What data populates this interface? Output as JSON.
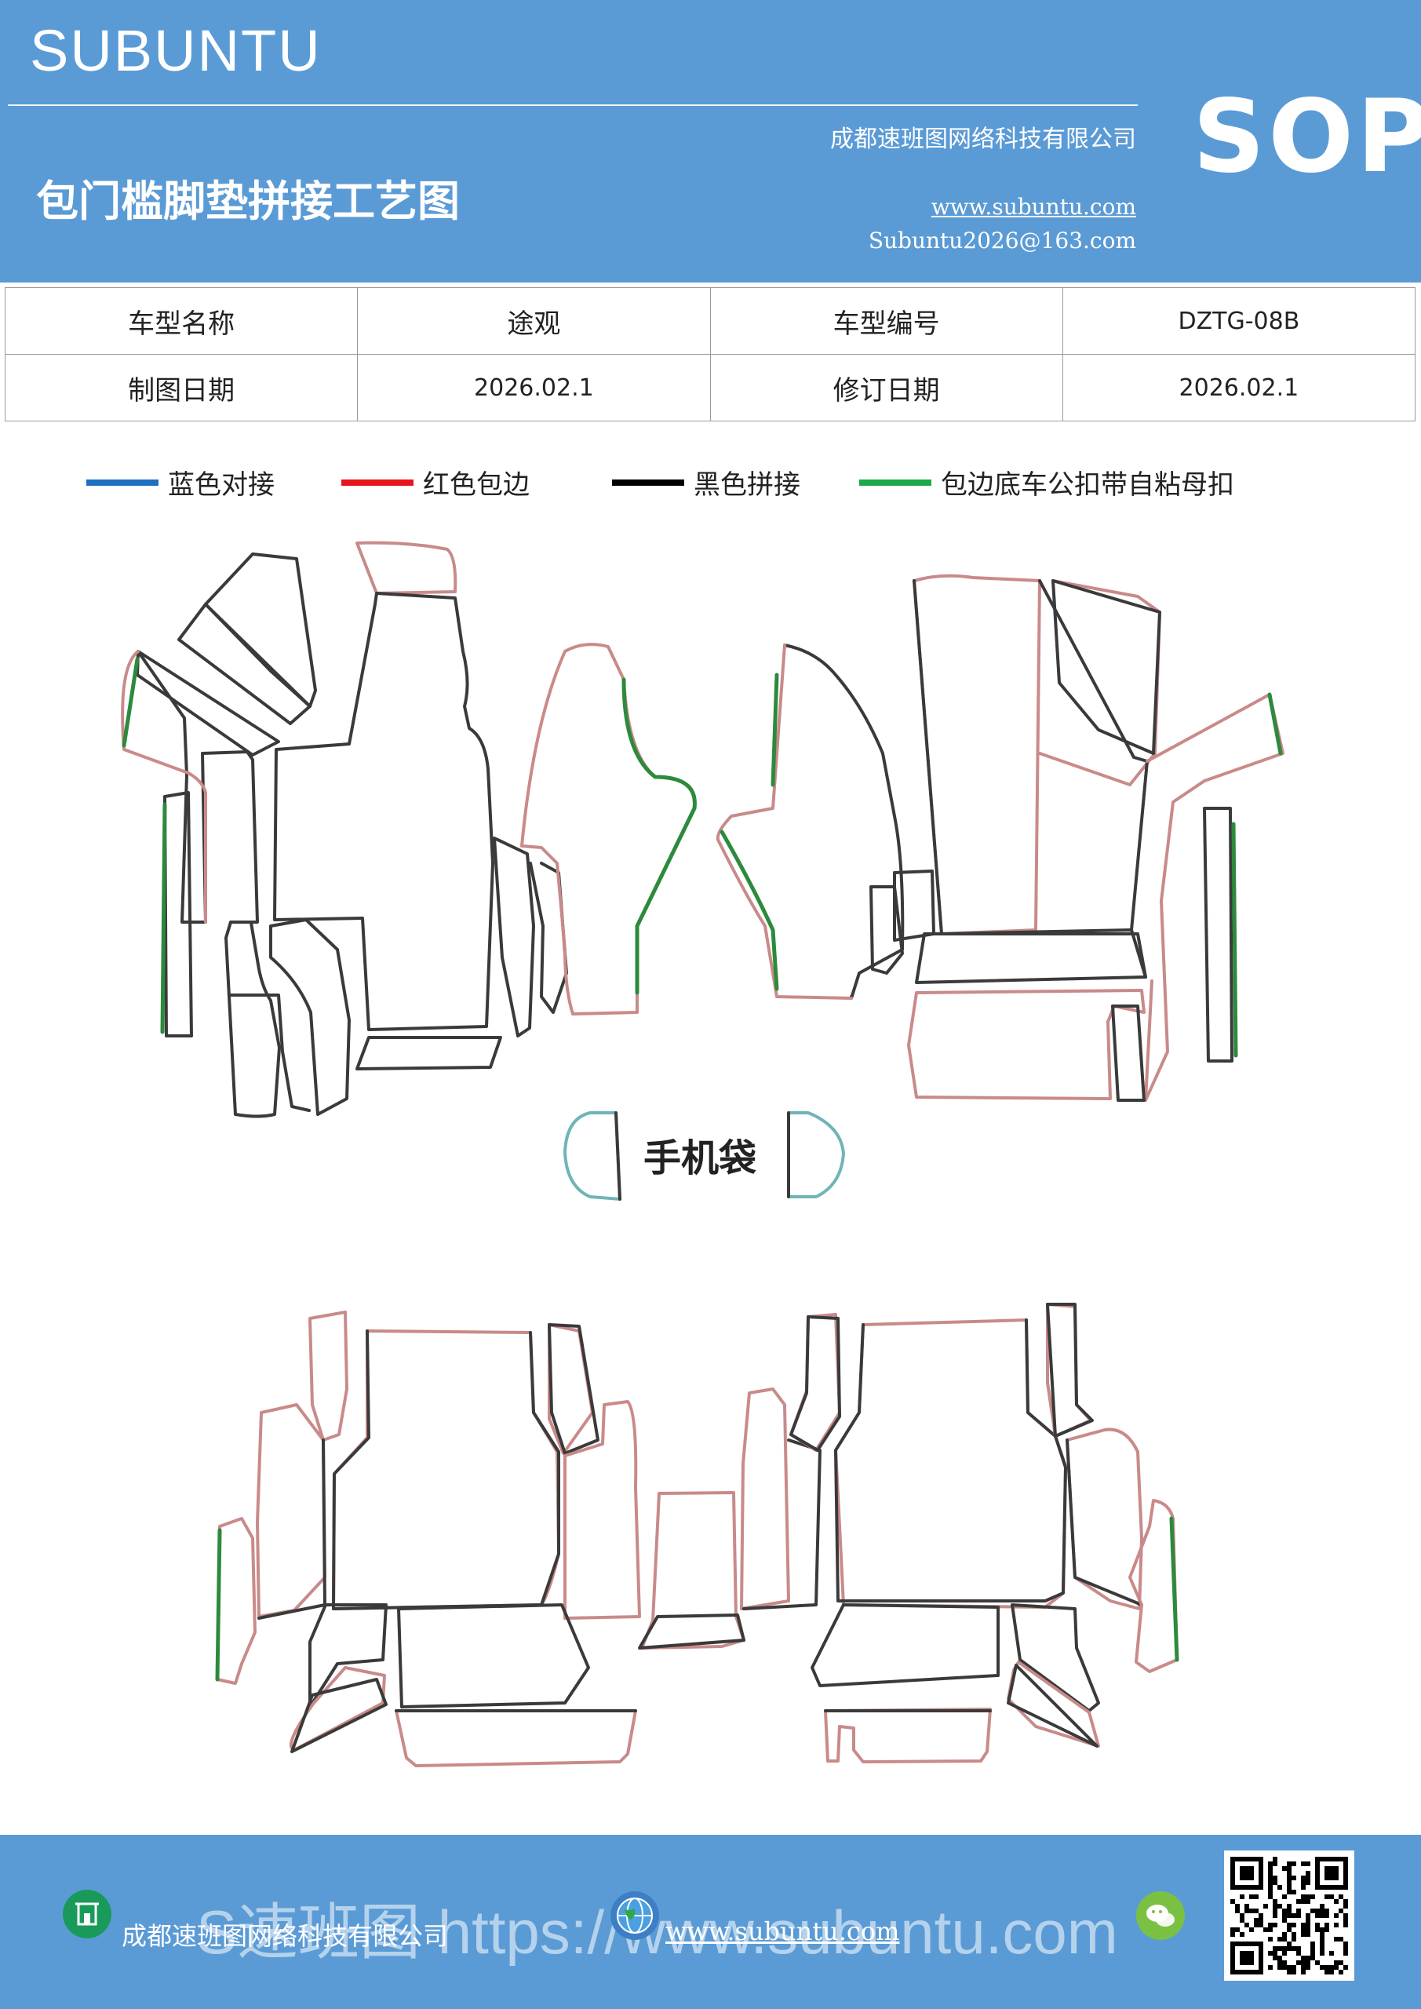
{
  "header": {
    "brand": "SUBUNTU",
    "title": "包门槛脚垫拼接工艺图",
    "company": "成都速班图网络科技有限公司",
    "website": "www.subuntu.com",
    "email": "Subuntu2026@163.com",
    "sop": "SOP"
  },
  "info_table": {
    "rows": [
      [
        "车型名称",
        "途观",
        "车型编号",
        "DZTG-08B"
      ],
      [
        "制图日期",
        "2026.02.1",
        "修订日期",
        "2026.02.1"
      ]
    ]
  },
  "legend": [
    {
      "label": "蓝色对接",
      "color": "#1f6fc0"
    },
    {
      "label": "红色包边",
      "color": "#e8141c"
    },
    {
      "label": "黑色拼接",
      "color": "#000000"
    },
    {
      "label": "包边底车公扣带自粘母扣",
      "color": "#1aaa4a"
    }
  ],
  "diagram": {
    "phone_pocket_label": "手机袋",
    "colors": {
      "outline": "#3a3a3a",
      "edge": "#c98a8a",
      "green": "#2c8a3c",
      "teal": "#6fb5b8"
    }
  },
  "footer": {
    "company": "成都速班图网络科技有限公司",
    "website": "www.subuntu.com",
    "watermark": "S速班图 https://www.subuntu.com",
    "icons": [
      "building-icon",
      "globe-icon",
      "wechat-icon",
      "qr-code-icon"
    ]
  }
}
